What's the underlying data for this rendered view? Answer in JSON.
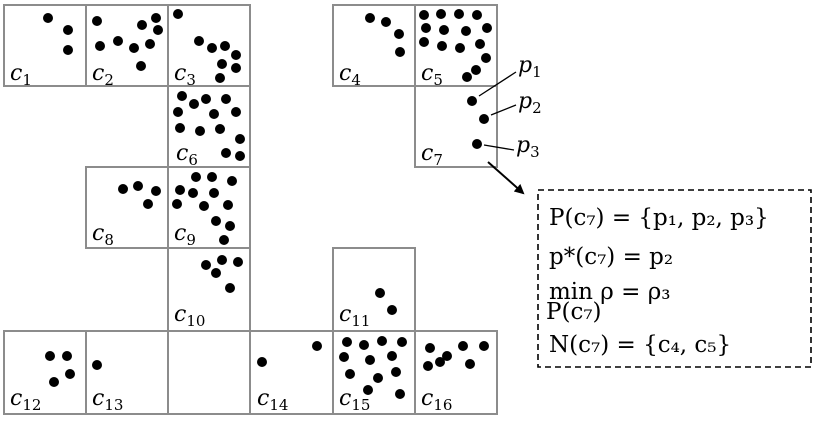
{
  "cells": [
    {
      "id": "c1",
      "base": "c",
      "sub": "1"
    },
    {
      "id": "c2",
      "base": "c",
      "sub": "2"
    },
    {
      "id": "c3",
      "base": "c",
      "sub": "3"
    },
    {
      "id": "c4",
      "base": "c",
      "sub": "4"
    },
    {
      "id": "c5",
      "base": "c",
      "sub": "5"
    },
    {
      "id": "c6",
      "base": "c",
      "sub": "6"
    },
    {
      "id": "c7",
      "base": "c",
      "sub": "7"
    },
    {
      "id": "c8",
      "base": "c",
      "sub": "8"
    },
    {
      "id": "c9",
      "base": "c",
      "sub": "9"
    },
    {
      "id": "c10",
      "base": "c",
      "sub": "10"
    },
    {
      "id": "c11",
      "base": "c",
      "sub": "11"
    },
    {
      "id": "c12",
      "base": "c",
      "sub": "12"
    },
    {
      "id": "c13",
      "base": "c",
      "sub": "13"
    },
    {
      "id": "c14",
      "base": "c",
      "sub": "14"
    },
    {
      "id": "c15",
      "base": "c",
      "sub": "15"
    },
    {
      "id": "c16",
      "base": "c",
      "sub": "16"
    }
  ],
  "points": [
    {
      "base": "p",
      "sub": "1"
    },
    {
      "base": "p",
      "sub": "2"
    },
    {
      "base": "p",
      "sub": "3"
    }
  ],
  "info_box": {
    "line1": "P(c₇) = {p₁, p₂, p₃}",
    "line2": "p*(c₇) = p₂",
    "line3_main": "min ρ = ρ₃",
    "line3_under": "P(c₇)",
    "line4": "N(c₇) = {c₄, c₅}"
  }
}
